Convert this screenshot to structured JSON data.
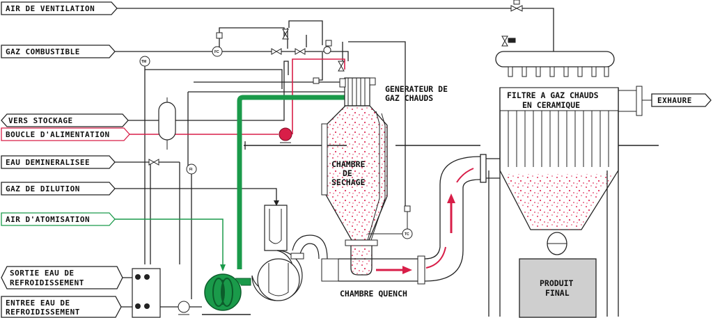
{
  "line_tags": {
    "air_ventilation": "AIR DE VENTILATION",
    "gaz_combustible": "GAZ COMBUSTIBLE",
    "vers_stockage": "VERS STOCKAGE",
    "boucle_alimentation": "BOUCLE D'ALIMENTATION",
    "eau_demineralisee": "EAU DEMINERALISEE",
    "gaz_dilution": "GAZ DE DILUTION",
    "air_atomisation": "AIR D'ATOMISATION",
    "sortie_eau_1": "SORTIE EAU DE",
    "sortie_eau_2": "REFROIDISSEMENT",
    "entree_eau_1": "ENTREE EAU DE",
    "entree_eau_2": "REFROIDISSEMENT"
  },
  "equipment_labels": {
    "generateur_1": "GENERATEUR DE",
    "generateur_2": "GAZ CHAUDS",
    "chambre_1": "CHAMBRE",
    "chambre_2": "DE",
    "chambre_3": "SECHAGE",
    "filtre_1": "FILTRE A GAZ CHAUDS",
    "filtre_2": "EN CERAMIQUE",
    "exhaure": "EXHAURE",
    "chambre_quench": "CHAMBRE QUENCH",
    "produit_1": "PRODUIT",
    "produit_2": "FINAL"
  },
  "instruments": {
    "tm": "TM",
    "fc": "FC",
    "fi": "FI",
    "tc": "TC"
  },
  "colors": {
    "line": "#222222",
    "atomisation_green": "#1a9a4a",
    "feed_red": "#d81e48",
    "product_gray": "#cfcfcf"
  }
}
